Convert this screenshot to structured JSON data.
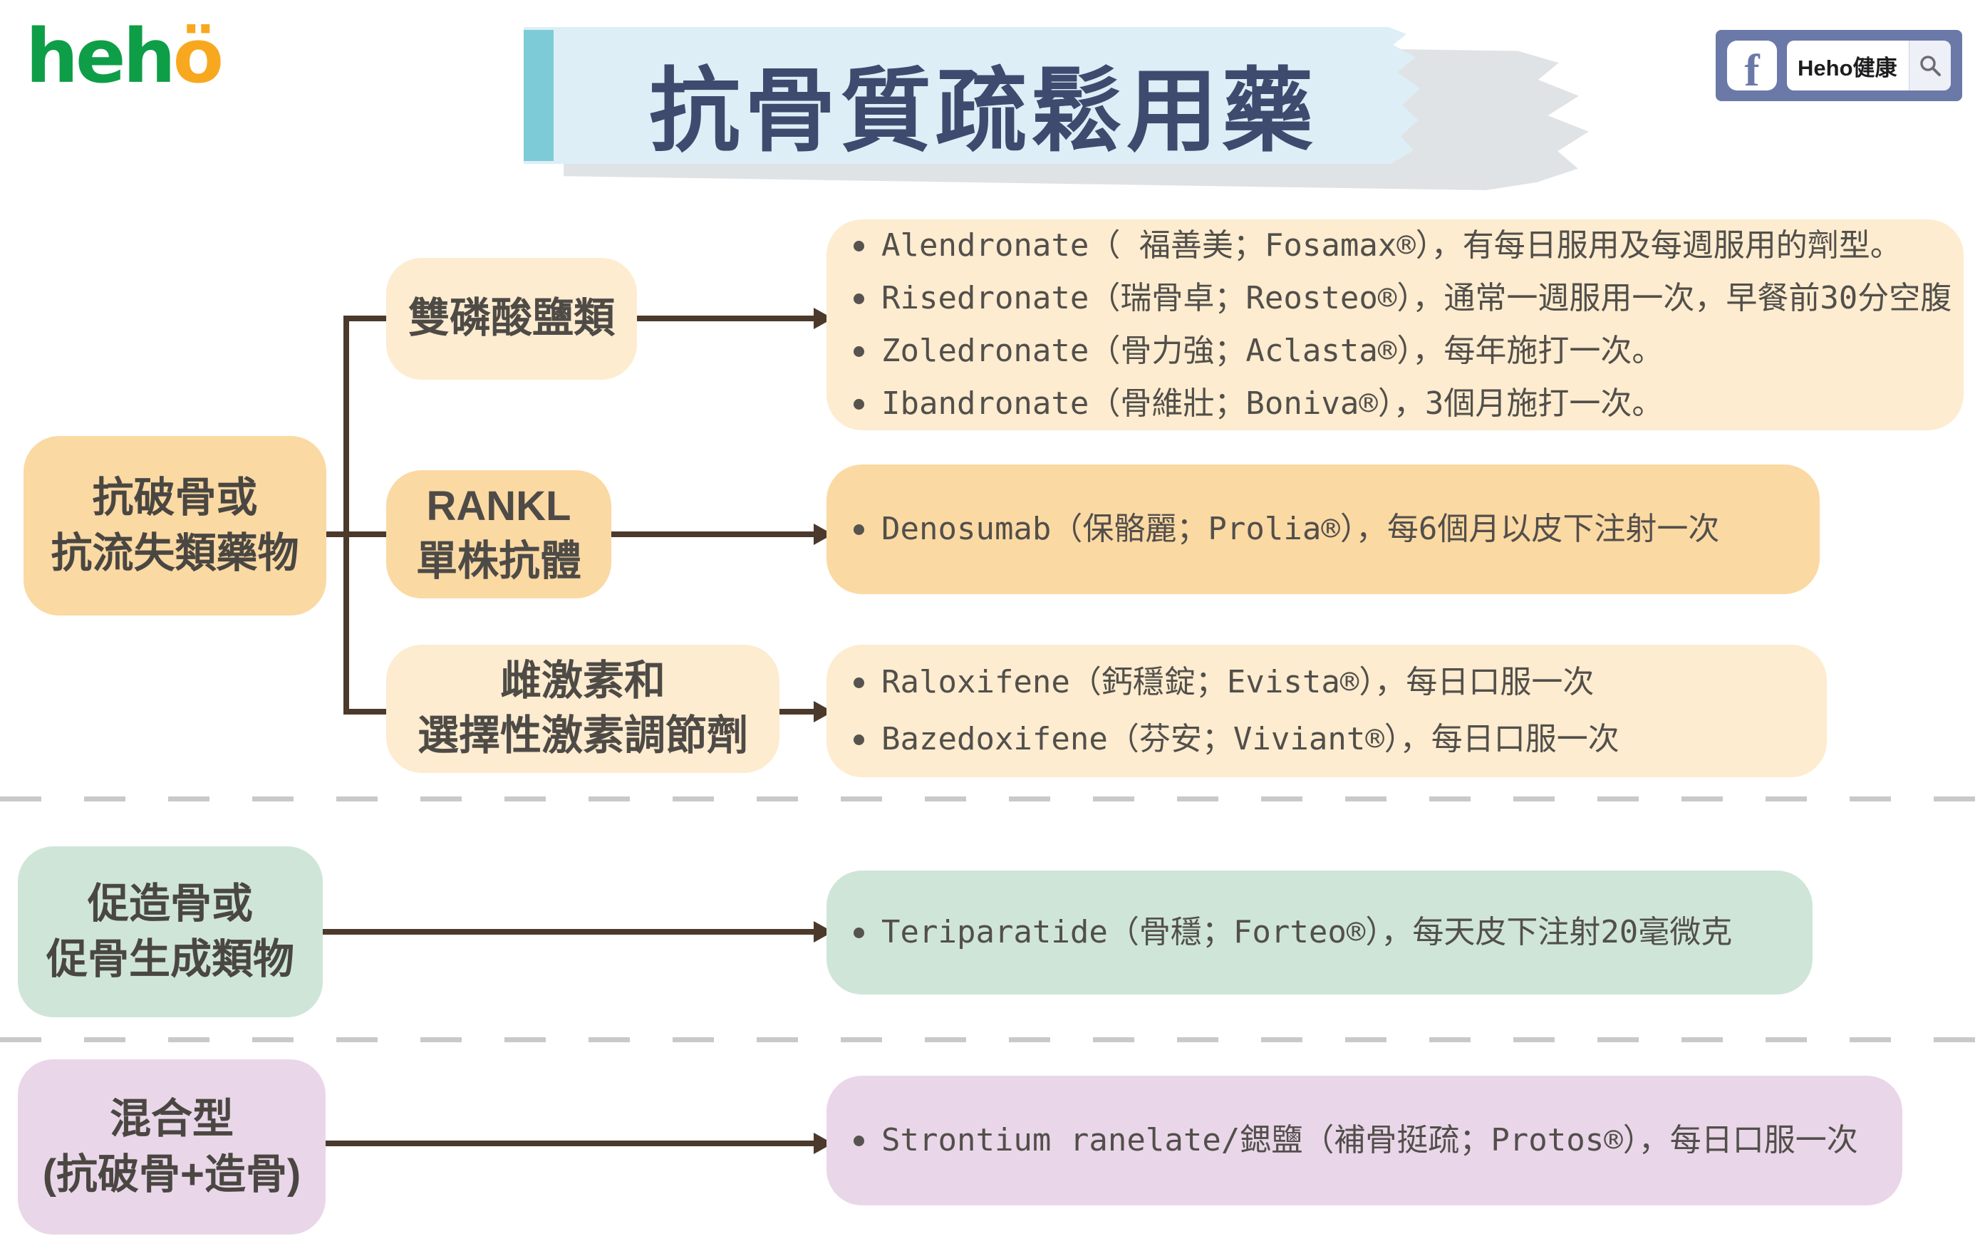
{
  "header": {
    "logo": {
      "green_part": "heh",
      "orange_part": "ö"
    },
    "title": "抗骨質疏鬆用藥",
    "facebook": {
      "f_glyph": "f",
      "search_value": "Heho健康"
    }
  },
  "colors": {
    "title_navy": "#3e4a6e",
    "banner_blue": "#ddeef6",
    "banner_teal": "#7ecbd8",
    "facebook_indigo": "#6b79a8",
    "logo_green": "#0e9e47",
    "logo_orange": "#f8a81e",
    "peach_light": "#fdeccf",
    "apricot": "#fbd9a3",
    "mint": "#cfe5d8",
    "lavender": "#ead6e9",
    "connector_brown": "#4b392c",
    "dash_grey": "#c9c9cb"
  },
  "tree": {
    "categories": [
      {
        "label_lines": [
          "抗破骨或",
          "抗流失類藥物"
        ],
        "subgroups": [
          {
            "label_lines": [
              "雙磷酸鹽類"
            ],
            "drugs": [
              "Alendronate（ 福善美；Fosamax®），有每日服用及每週服用的劑型。",
              "Risedronate（瑞骨卓；Reosteo®），通常一週服用一次，早餐前30分空腹",
              "Zoledronate（骨力強；Aclasta®），每年施打一次。",
              "Ibandronate（骨維壯；Boniva®），3個月施打一次。"
            ]
          },
          {
            "label_lines": [
              "RANKL",
              "單株抗體"
            ],
            "drugs": [
              "Denosumab（保骼麗；Prolia®），每6個月以皮下注射一次"
            ]
          },
          {
            "label_lines": [
              "雌激素和",
              "選擇性激素調節劑"
            ],
            "drugs": [
              "Raloxifene（鈣穩錠；Evista®），每日口服一次",
              "Bazedoxifene（芬安；Viviant®），每日口服一次"
            ]
          }
        ]
      },
      {
        "label_lines": [
          "促造骨或",
          "促骨生成類物"
        ],
        "drugs": [
          "Teriparatide（骨穩；Forteo®），每天皮下注射20毫微克"
        ]
      },
      {
        "label_lines": [
          "混合型",
          "(抗破骨+造骨)"
        ],
        "drugs": [
          "Strontium ranelate/鍶鹽（補骨挺疏；Protos®），每日口服一次"
        ]
      }
    ]
  }
}
